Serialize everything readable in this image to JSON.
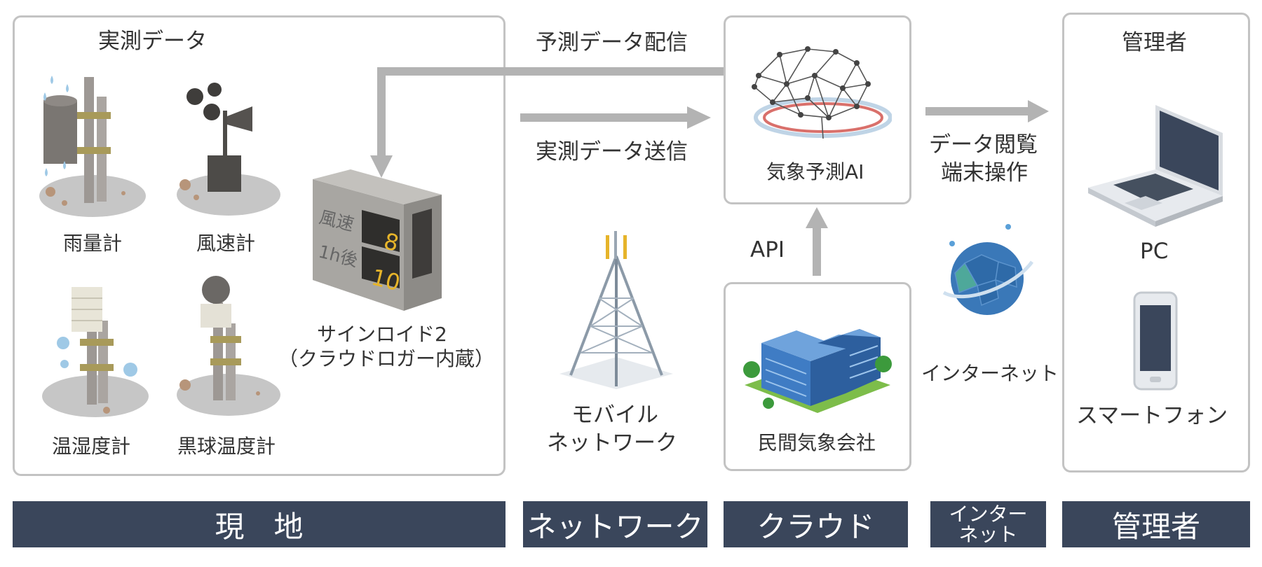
{
  "site": {
    "title": "実測データ",
    "sensors": {
      "rain": "雨量計",
      "wind": "風速計",
      "temp_humidity": "温湿度計",
      "wbgt": "黒球温度計"
    },
    "signoid": {
      "label_line1": "サインロイド2",
      "label_line2": "（クラウドロガー内蔵）",
      "display_label1": "風速",
      "display_value1": "8",
      "display_label2": "1h後",
      "display_value2": "10"
    }
  },
  "network": {
    "forecast_delivery": "予測データ配信",
    "measured_send": "実測データ送信",
    "mobile_line1": "モバイル",
    "mobile_line2": "ネットワーク"
  },
  "cloud": {
    "ai_label": "気象予測AI",
    "api_label": "API",
    "company_label": "民間気象会社"
  },
  "internet": {
    "data_view_line1": "データ閲覧",
    "data_view_line2": "端末操作",
    "label": "インターネット"
  },
  "admin": {
    "title": "管理者",
    "pc": "PC",
    "smartphone": "スマートフォン"
  },
  "bands": {
    "site": "現　地",
    "network": "ネットワーク",
    "cloud": "クラウド",
    "internet_line1": "インター",
    "internet_line2": "ネット",
    "admin": "管理者"
  },
  "colors": {
    "band": "#3a465b",
    "box_border": "#c3c3c3",
    "arrow": "#b3b3b3",
    "building": "#3f7cc4",
    "tower_accent": "#e6b42a"
  }
}
